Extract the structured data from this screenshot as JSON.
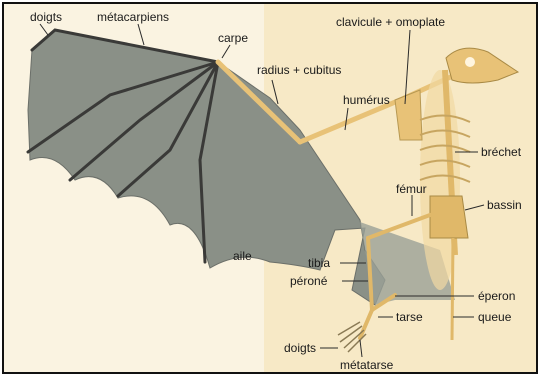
{
  "labels": {
    "doigts_top": "doigts",
    "metacarpiens": "métacarpiens",
    "carpe": "carpe",
    "clavicule": "clavicule + omoplate",
    "radius": "radius + cubitus",
    "humerus": "humérus",
    "brechet": "bréchet",
    "femur": "fémur",
    "bassin": "bassin",
    "aile": "aile",
    "tibia": "tibia",
    "perone": "péroné",
    "eperon": "éperon",
    "queue": "queue",
    "tarse": "tarse",
    "doigts_bottom": "doigts",
    "metatarse": "métatarse"
  },
  "colors": {
    "background": "#f7e9c6",
    "membrane": "#8a9087",
    "bone": "#e8c277",
    "border": "#111111"
  }
}
